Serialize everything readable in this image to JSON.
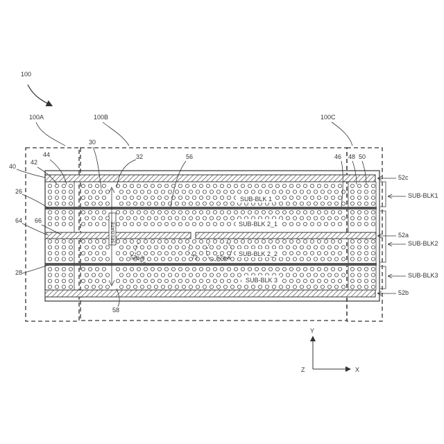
{
  "figure": {
    "device_ref": "100",
    "regions": {
      "a": "100A",
      "b": "100B",
      "c": "100C"
    },
    "refs": {
      "r26a": "26",
      "r26b": "26",
      "r28": "28",
      "r30": "30",
      "r32": "32",
      "r40": "40",
      "r42": "42",
      "r44": "44",
      "r46": "46",
      "r48": "48",
      "r50": "50",
      "r56": "56",
      "r58": "58",
      "r64": "64",
      "r66": "66",
      "r72": "72",
      "r52a_b": "52a-b",
      "r52a_a": "52a-a",
      "r52c": "52c",
      "r52a": "52a",
      "r52b": "52b"
    },
    "sub_blocks": {
      "inner1": "SUB-BLK 1",
      "inner21": "SUB-BLK 2_1",
      "inner22": "SUB-BLK 2_2",
      "inner3": "SUB-BLK 3",
      "side1": "SUB-BLK1",
      "side2": "SUB-BLK2",
      "side3": "SUB-BLK3"
    },
    "vertical_label": "SELGATE",
    "axes": {
      "y": "Y",
      "x": "X",
      "z": "Z"
    }
  }
}
